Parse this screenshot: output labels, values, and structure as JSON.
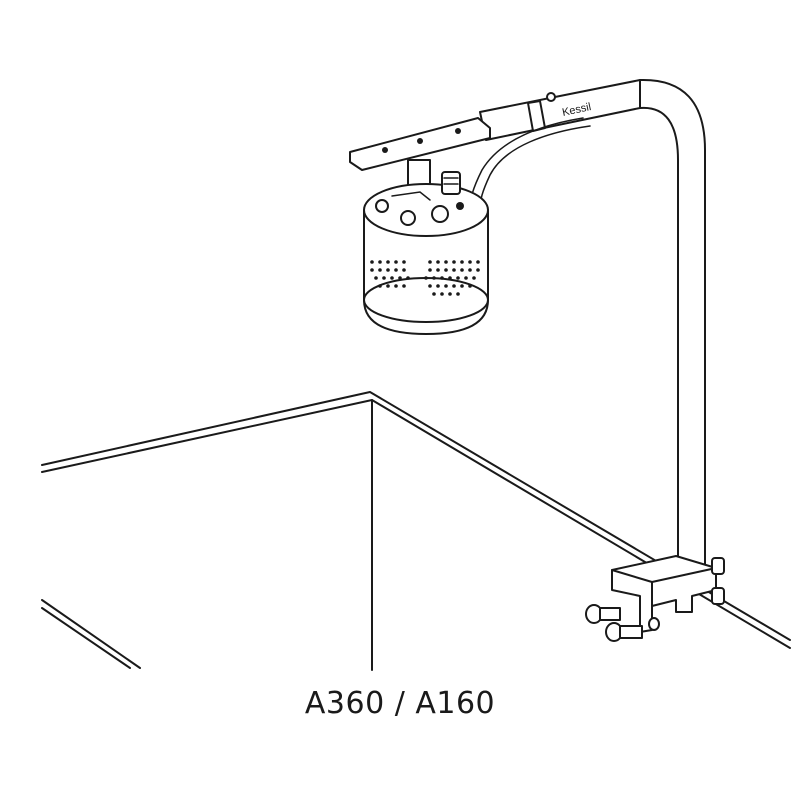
{
  "logo_text": "Kessil",
  "caption": "A360 / A160",
  "icons": [
    "aquarium-tank",
    "gooseneck-mount-arm",
    "led-lamp",
    "tank-clamp"
  ]
}
